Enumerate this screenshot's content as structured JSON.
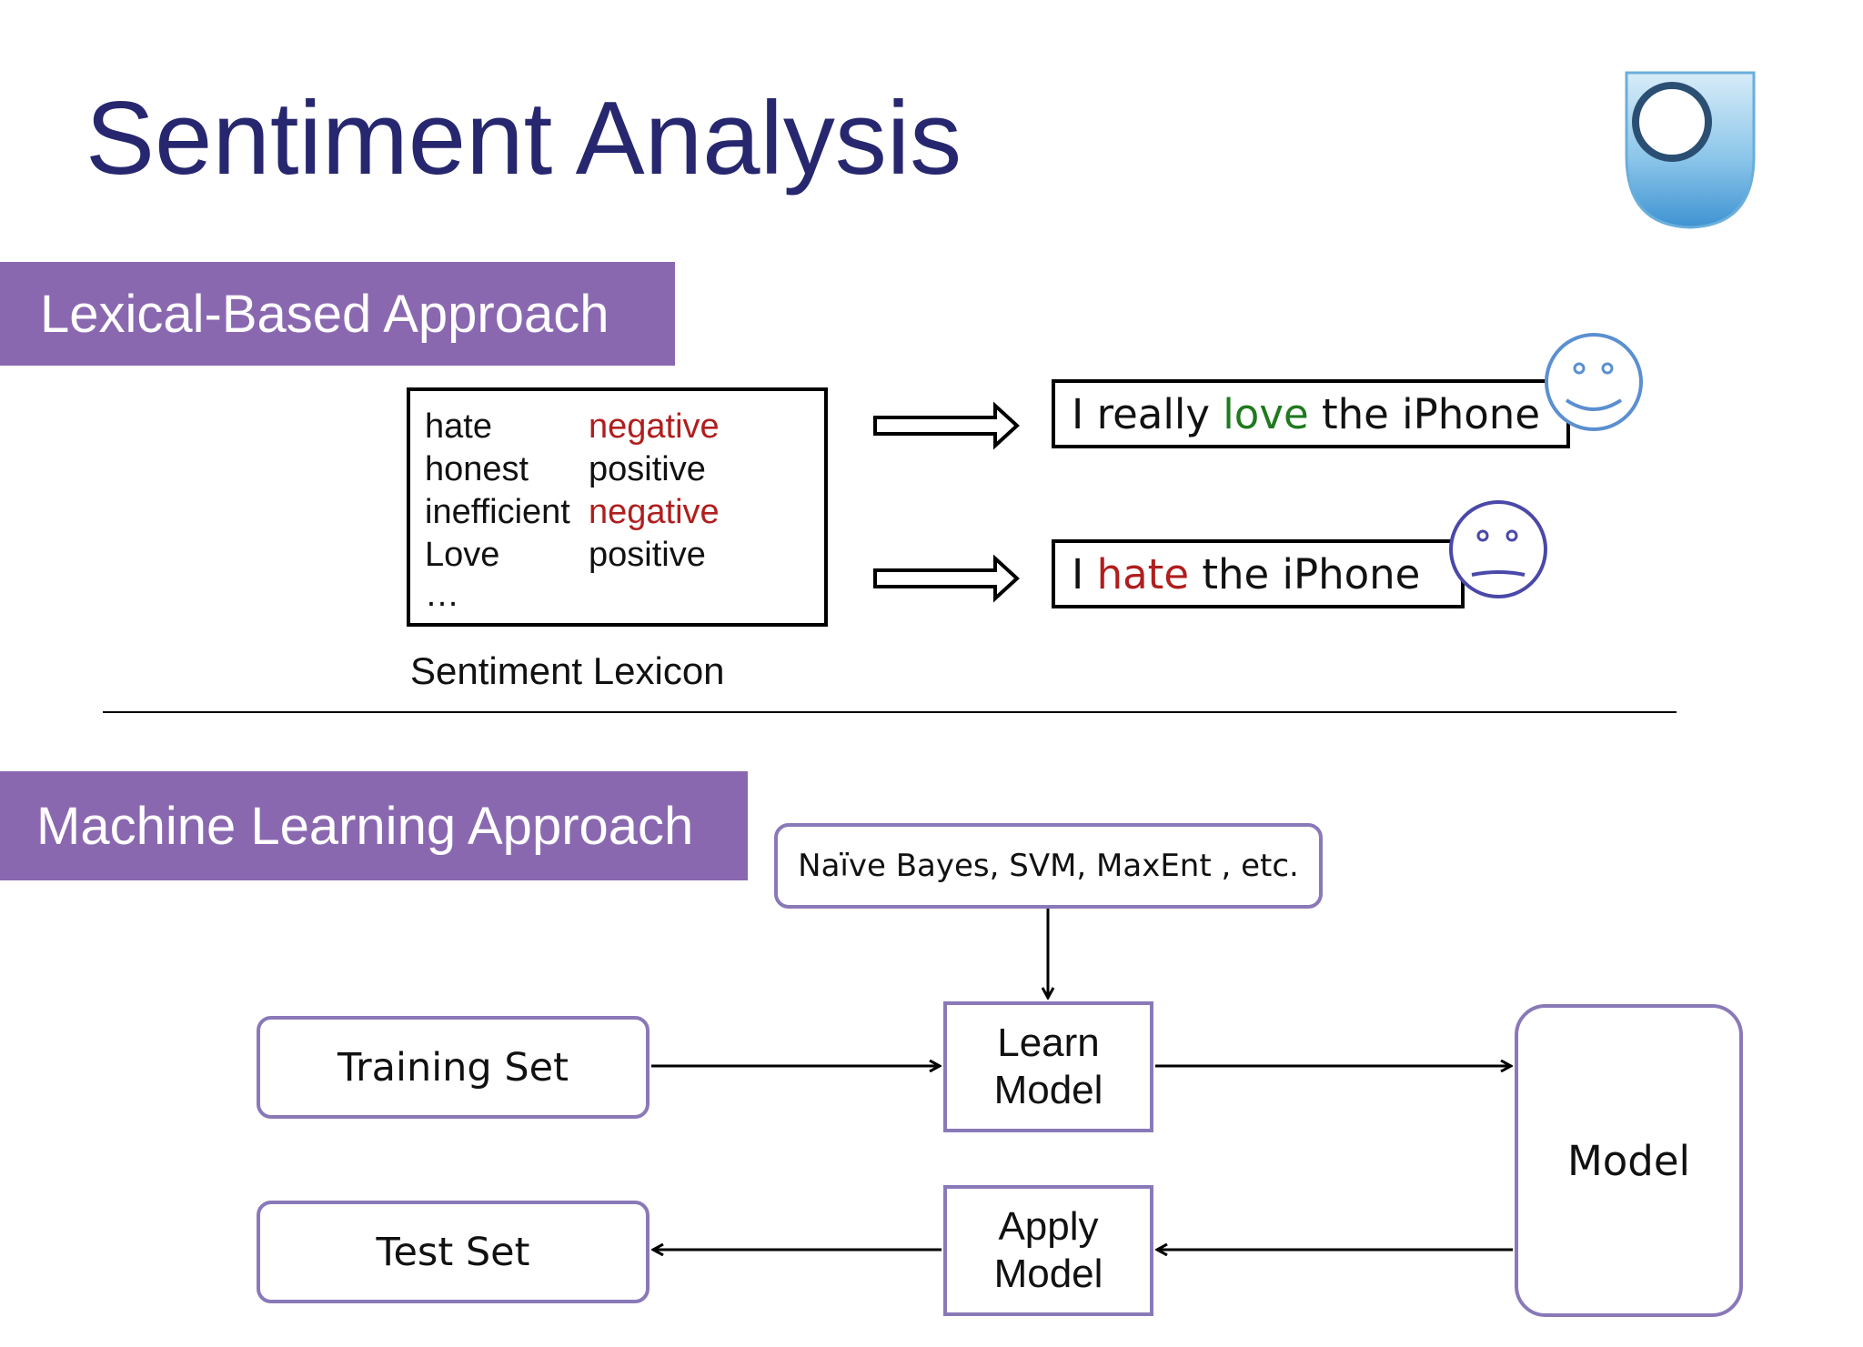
{
  "title": "Sentiment Analysis",
  "logo": {
    "icon": "open-university-shield-icon",
    "color": "#5aaee0"
  },
  "lexical": {
    "heading": "Lexical-Based Approach",
    "lexicon": [
      {
        "word": "hate",
        "polarity": "negative"
      },
      {
        "word": "honest",
        "polarity": "positive"
      },
      {
        "word": "inefficient",
        "polarity": "negative"
      },
      {
        "word": "Love",
        "polarity": "positive"
      }
    ],
    "ellipsis": "…",
    "caption": "Sentiment Lexicon",
    "examples": [
      {
        "before": "I really ",
        "keyword": "love",
        "after": " the iPhone",
        "face": "happy-face-icon"
      },
      {
        "before": "I ",
        "keyword": "hate",
        "after": " the iPhone",
        "face": "sad-face-icon"
      }
    ]
  },
  "ml": {
    "heading": "Machine Learning Approach",
    "algorithms": "Naïve Bayes, SVM, MaxEnt , etc.",
    "training_set": "Training Set",
    "test_set": "Test Set",
    "learn_model": [
      "Learn",
      "Model"
    ],
    "apply_model": [
      "Apply",
      "Model"
    ],
    "model": "Model"
  },
  "colors": {
    "title": "#27276f",
    "banner": "#8a68b0",
    "box_border": "#8a79b8",
    "negative": "#b01e1e",
    "love": "#1f7a1f",
    "happy_face": "#5b8fd0",
    "sad_face": "#4a48a8"
  }
}
